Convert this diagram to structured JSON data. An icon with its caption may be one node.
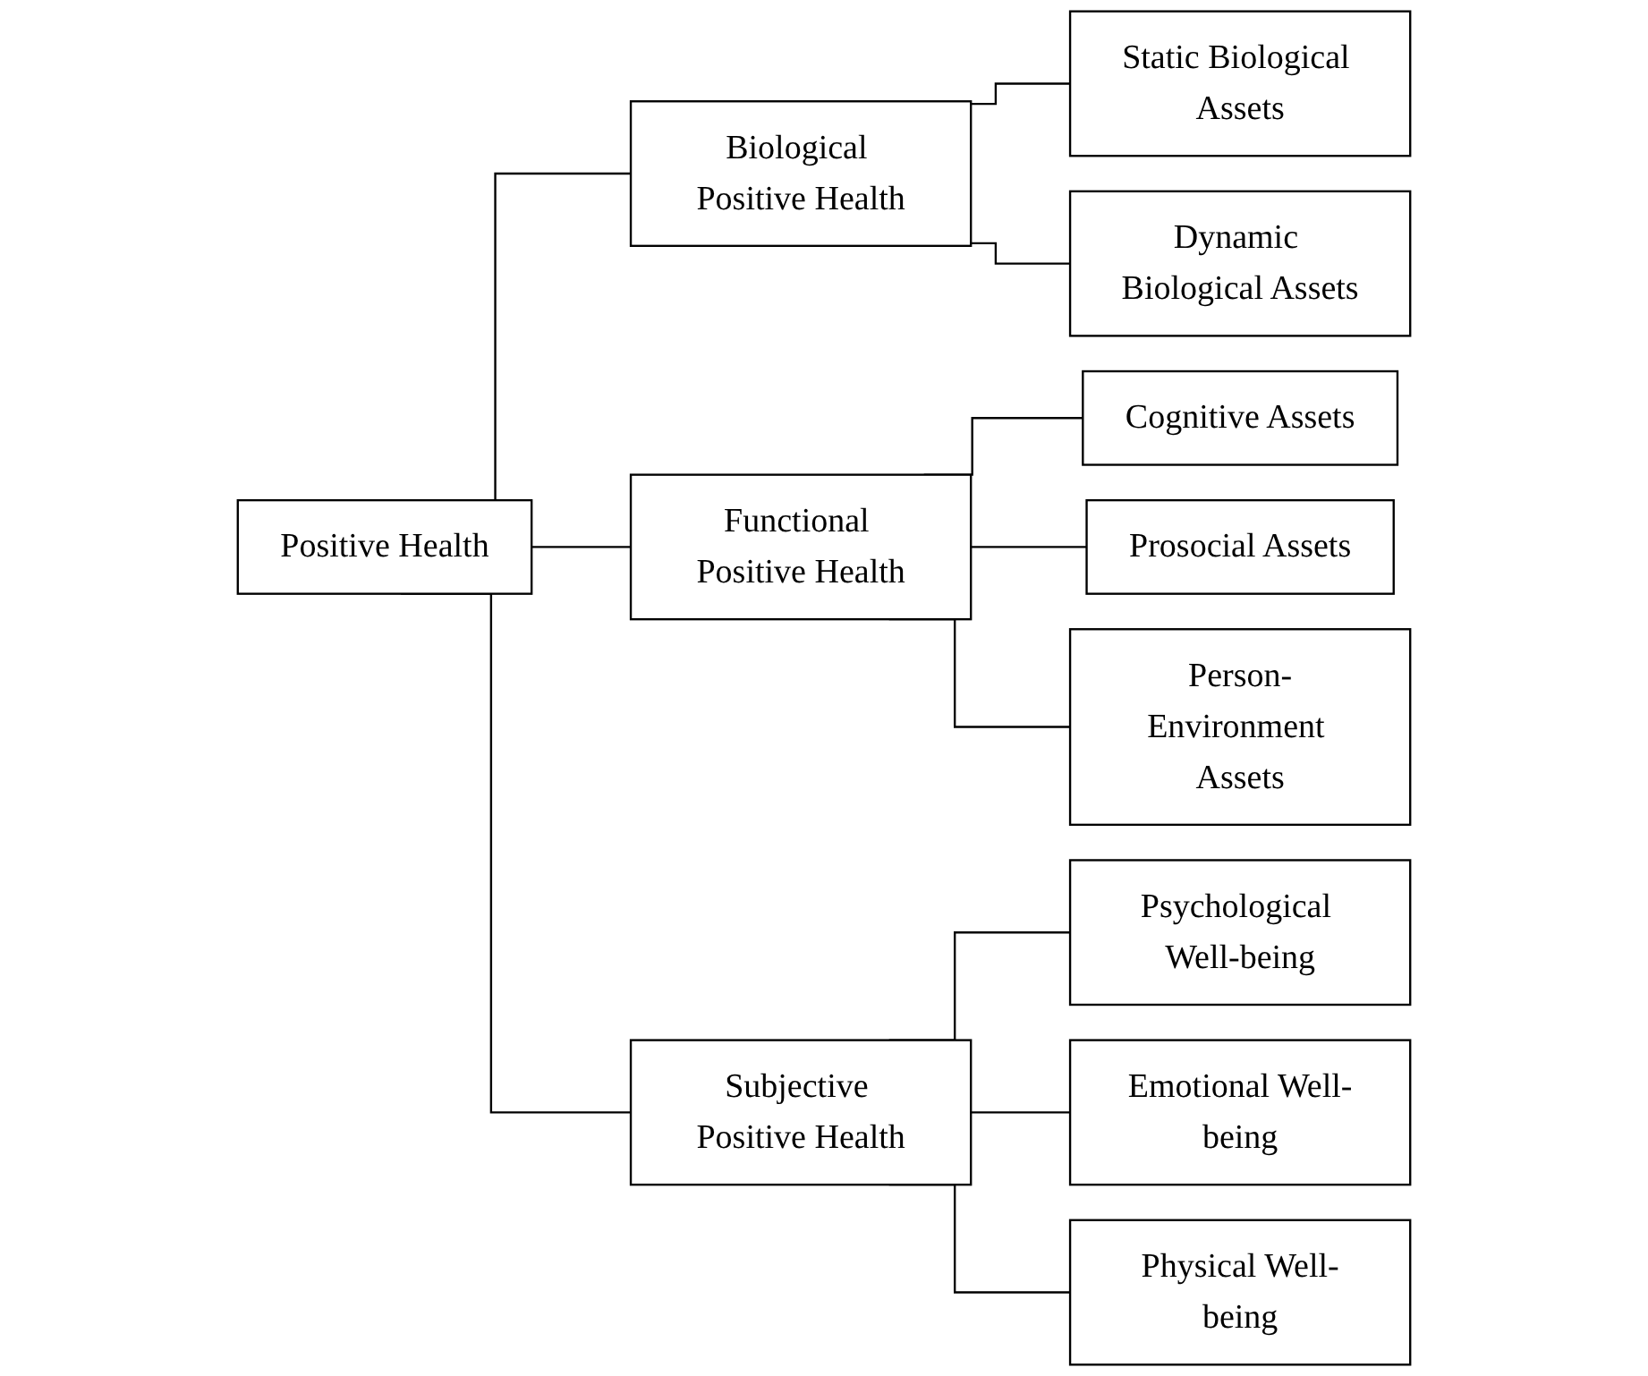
{
  "diagram": {
    "nodes": [
      {
        "text": [
          "Positive Health"
        ]
      },
      {
        "text": [
          "Biological Positive Health"
        ]
      },
      {
        "text": [
          "Functional Positive Health"
        ]
      },
      {
        "text": [
          "Subjective Positive Health"
        ]
      },
      {
        "text": [
          "Static Biological Assets"
        ]
      },
      {
        "text": [
          "Dynamic Biological Assets"
        ]
      },
      {
        "text": [
          "Cognitive Assets"
        ]
      },
      {
        "text": [
          "Prosocial Assets"
        ]
      },
      {
        "text": [
          "Person-Environment Assets"
        ]
      },
      {
        "text": [
          "Psychological Well-being"
        ]
      },
      {
        "text": [
          "Emotional Well-being"
        ]
      },
      {
        "text": [
          "Physical Well-being"
        ]
      }
    ],
    "edges": [
      {
        "from": 0,
        "to": 1,
        "arrow": "none"
      },
      {
        "from": 0,
        "to": 2,
        "arrow": "none"
      },
      {
        "from": 0,
        "to": 3,
        "arrow": "none"
      },
      {
        "from": 1,
        "to": 4,
        "arrow": "none"
      },
      {
        "from": 1,
        "to": 5,
        "arrow": "none"
      },
      {
        "from": 2,
        "to": 6,
        "arrow": "none"
      },
      {
        "from": 2,
        "to": 7,
        "arrow": "none"
      },
      {
        "from": 2,
        "to": 8,
        "arrow": "none"
      },
      {
        "from": 3,
        "to": 9,
        "arrow": "none"
      },
      {
        "from": 3,
        "to": 10,
        "arrow": "none"
      },
      {
        "from": 3,
        "to": 11,
        "arrow": "none"
      }
    ]
  }
}
